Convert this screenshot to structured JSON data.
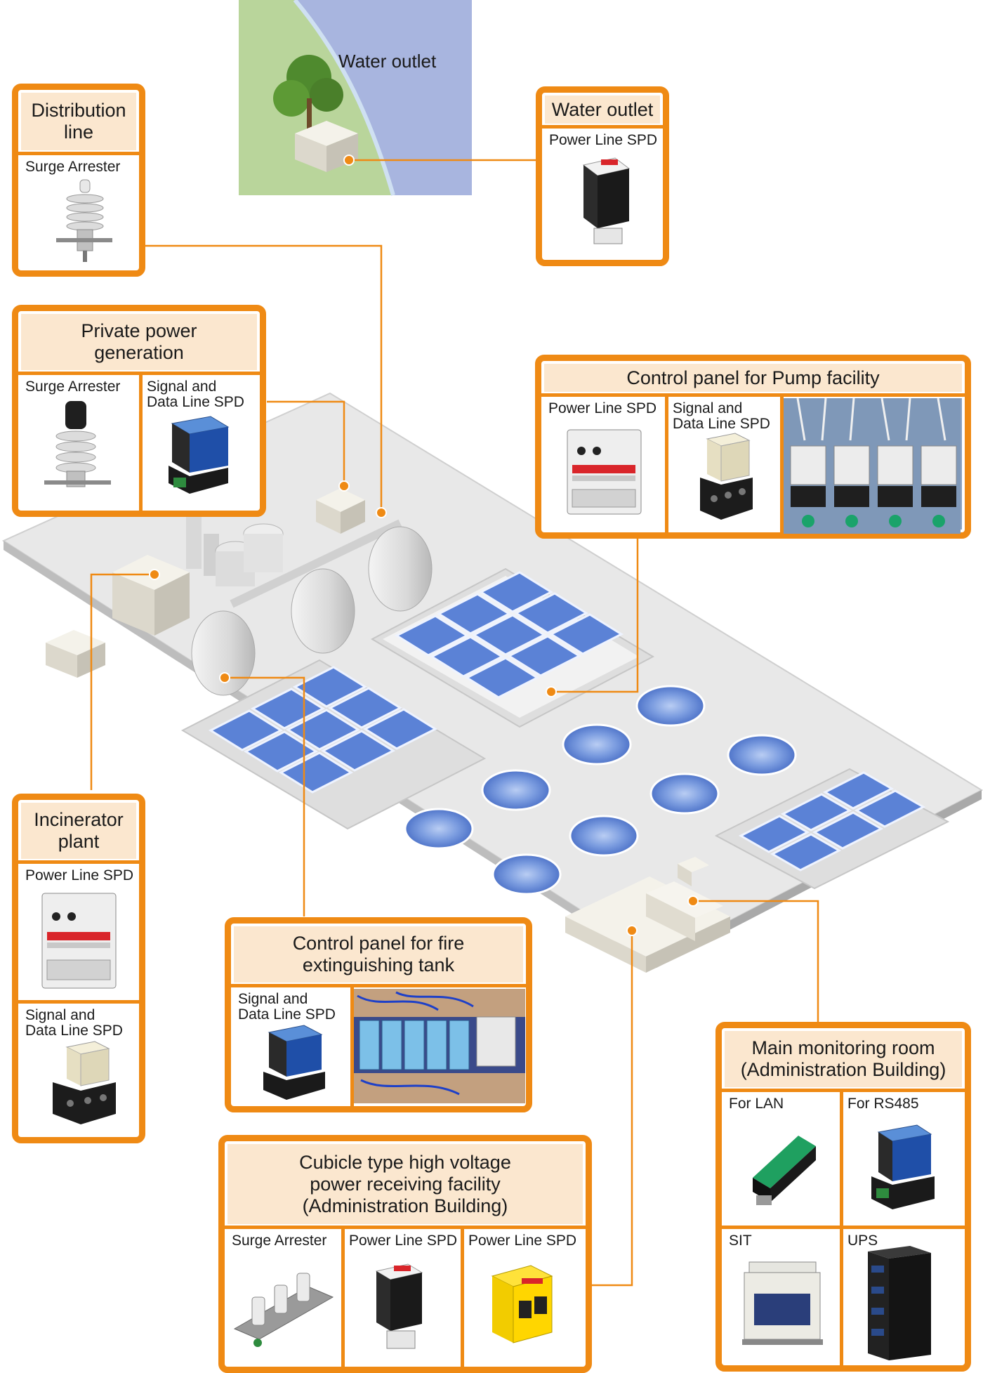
{
  "scene": {
    "water_outlet_area_label": "Water outlet"
  },
  "boxes": {
    "distribution_line": {
      "title": "Distribution\nline",
      "items": [
        {
          "label": "Surge Arrester",
          "icon": "surge-arrester-icon"
        }
      ]
    },
    "water_outlet": {
      "title": "Water outlet",
      "items": [
        {
          "label": "Power Line SPD",
          "icon": "power-line-spd-icon"
        }
      ]
    },
    "private_power": {
      "title": "Private power\ngeneration",
      "items": [
        {
          "label": "Surge Arrester",
          "icon": "surge-arrester-icon"
        },
        {
          "label": "Signal and\nData Line SPD",
          "icon": "signal-spd-icon"
        }
      ]
    },
    "pump_panel": {
      "title": "Control panel for Pump facility",
      "items": [
        {
          "label": "Power Line SPD",
          "icon": "power-line-spd-icon"
        },
        {
          "label": "Signal and\nData Line SPD",
          "icon": "signal-spd-icon"
        },
        {
          "label": "",
          "icon": "panel-photo-icon"
        }
      ]
    },
    "incinerator": {
      "title": "Incinerator\nplant",
      "items": [
        {
          "label": "Power Line SPD",
          "icon": "power-line-spd-icon"
        },
        {
          "label": "Signal and\nData Line SPD",
          "icon": "signal-spd-icon"
        }
      ]
    },
    "fire_panel": {
      "title": "Control panel for fire\nextinguishing tank",
      "items": [
        {
          "label": "Signal and\nData Line SPD",
          "icon": "signal-spd-icon"
        },
        {
          "label": "",
          "icon": "panel-photo-icon"
        }
      ]
    },
    "monitoring": {
      "title": "Main monitoring room\n(Administration Building)",
      "items": [
        {
          "label": "For LAN",
          "icon": "lan-spd-icon"
        },
        {
          "label": "For RS485",
          "icon": "rs485-spd-icon"
        },
        {
          "label": "SIT",
          "icon": "sit-icon"
        },
        {
          "label": "UPS",
          "icon": "ups-icon"
        }
      ]
    },
    "cubicle": {
      "title": "Cubicle type high voltage\npower receiving facility\n(Administration Building)",
      "items": [
        {
          "label": "Surge Arrester",
          "icon": "surge-arrester-icon"
        },
        {
          "label": "Power Line SPD",
          "icon": "power-line-spd-icon"
        },
        {
          "label": "Power Line SPD",
          "icon": "power-line-spd-yellow-icon"
        }
      ]
    }
  },
  "colors": {
    "accent": "#ef8a14",
    "title_fill": "#fbe7cf",
    "pool": "#5b82d6",
    "ground": "#e6e6e6"
  }
}
